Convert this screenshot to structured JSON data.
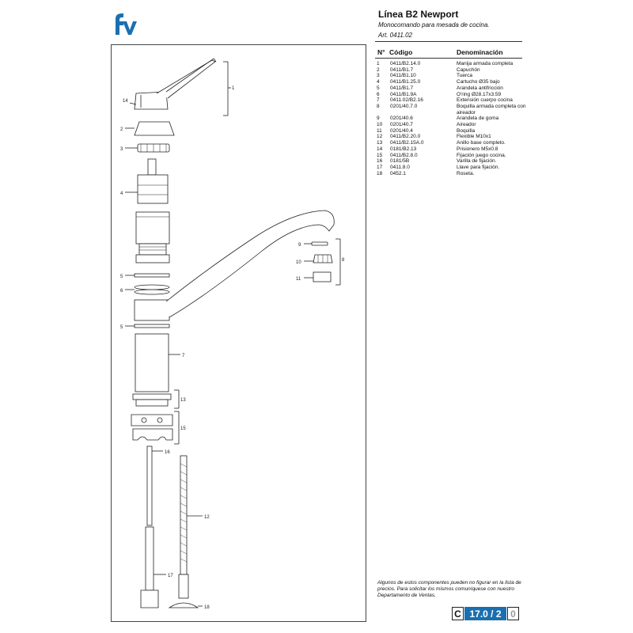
{
  "brand": {
    "logo_text": "fv",
    "color": "#1a6fb0"
  },
  "header": {
    "title": "Línea B2 Newport",
    "subtitle": "Monocomando para mesada de cocina.",
    "article": "Art. 0411.02"
  },
  "table": {
    "headers": {
      "number": "N°",
      "code": "Código",
      "name": "Denominación"
    },
    "rows": [
      {
        "n": "1",
        "code": "0411/B2.14.0",
        "name": "Manija armada completa"
      },
      {
        "n": "2",
        "code": "0411/B1.7",
        "name": "Capuchón"
      },
      {
        "n": "3",
        "code": "0411/B1.10",
        "name": "Tuerca"
      },
      {
        "n": "4",
        "code": "0411/B1.25.0",
        "name": "Cartucho Ø35 bajo"
      },
      {
        "n": "5",
        "code": "0411/B1.7",
        "name": "Arandela antifricción"
      },
      {
        "n": "6",
        "code": "0411/B1.9A",
        "name": "O'ring Ø28.17x3.59"
      },
      {
        "n": "7",
        "code": "0411.02/B2.16",
        "name": "Extensión cuerpo cocina"
      },
      {
        "n": "8",
        "code": "0201/40.7.0",
        "name": "Boquilla armada completa con aireador"
      },
      {
        "n": "9",
        "code": "0201/40.6",
        "name": "Arandela de goma"
      },
      {
        "n": "10",
        "code": "0201/40.7",
        "name": "Aireador"
      },
      {
        "n": "11",
        "code": "0201/40.4",
        "name": "Boquilla"
      },
      {
        "n": "12",
        "code": "0411/B2.20.0",
        "name": "Flexible M10x1"
      },
      {
        "n": "13",
        "code": "0411/B2.15A.0",
        "name": "Anillo base completo."
      },
      {
        "n": "14",
        "code": "0181/B2.13",
        "name": "Prisionero M5x0.8"
      },
      {
        "n": "15",
        "code": "0411/B2.8.0",
        "name": "Fijación juego cocina."
      },
      {
        "n": "16",
        "code": "0181/5B",
        "name": "Varilla de fijación."
      },
      {
        "n": "17",
        "code": "0411.8.0",
        "name": "Llave para fijación."
      },
      {
        "n": "18",
        "code": "0452.1",
        "name": "Roseta."
      }
    ]
  },
  "diagram": {
    "labels": [
      "1",
      "2",
      "3",
      "4",
      "5",
      "6",
      "5",
      "7",
      "8",
      "9",
      "10",
      "11",
      "12",
      "13",
      "14",
      "15",
      "16",
      "17",
      "18"
    ]
  },
  "footer": {
    "note": "Algunos de estos componentes pueden no figurar en la lista de precios. Para solicitar los mismos comuníquese con nuestro Departamento de Ventas.",
    "section": "C",
    "page": "17.0 / 2",
    "revision": "0"
  }
}
